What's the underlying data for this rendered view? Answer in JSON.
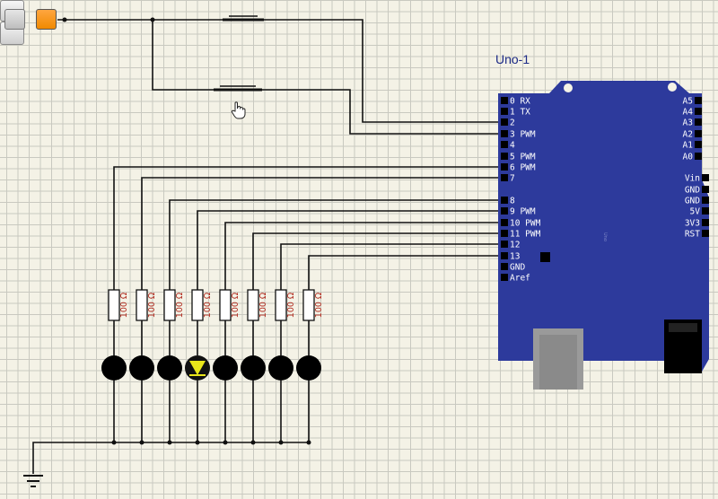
{
  "toolbar": {
    "left_button": "gray-square",
    "right_button": "orange-square"
  },
  "board": {
    "title": "Uno-1",
    "left_pins": [
      "0 RX",
      "1 TX",
      "2",
      "3 PWM",
      "4",
      "5 PWM",
      "6 PWM",
      "7",
      "8",
      "9 PWM",
      "10 PWM",
      "11 PWM",
      "12",
      "13",
      "GND",
      "Aref"
    ],
    "right_pins_top": [
      "A5",
      "A4",
      "A3",
      "A2",
      "A1",
      "A0"
    ],
    "right_pins_power": [
      "Vin",
      "GND",
      "GND",
      "5V",
      "3V3",
      "RST"
    ],
    "color": "#2d3a9c"
  },
  "resistors": [
    "100 Ω",
    "100 Ω",
    "100 Ω",
    "100 Ω",
    "100 Ω",
    "100 Ω",
    "100 Ω",
    "100 Ω"
  ],
  "leds": [
    {
      "state": "off"
    },
    {
      "state": "off"
    },
    {
      "state": "off"
    },
    {
      "state": "on",
      "color": "#e9e61a"
    },
    {
      "state": "off"
    },
    {
      "state": "off"
    },
    {
      "state": "off"
    },
    {
      "state": "off"
    }
  ],
  "icons": {
    "pointer": "hand-pointer-icon",
    "ground": "ground-icon"
  }
}
